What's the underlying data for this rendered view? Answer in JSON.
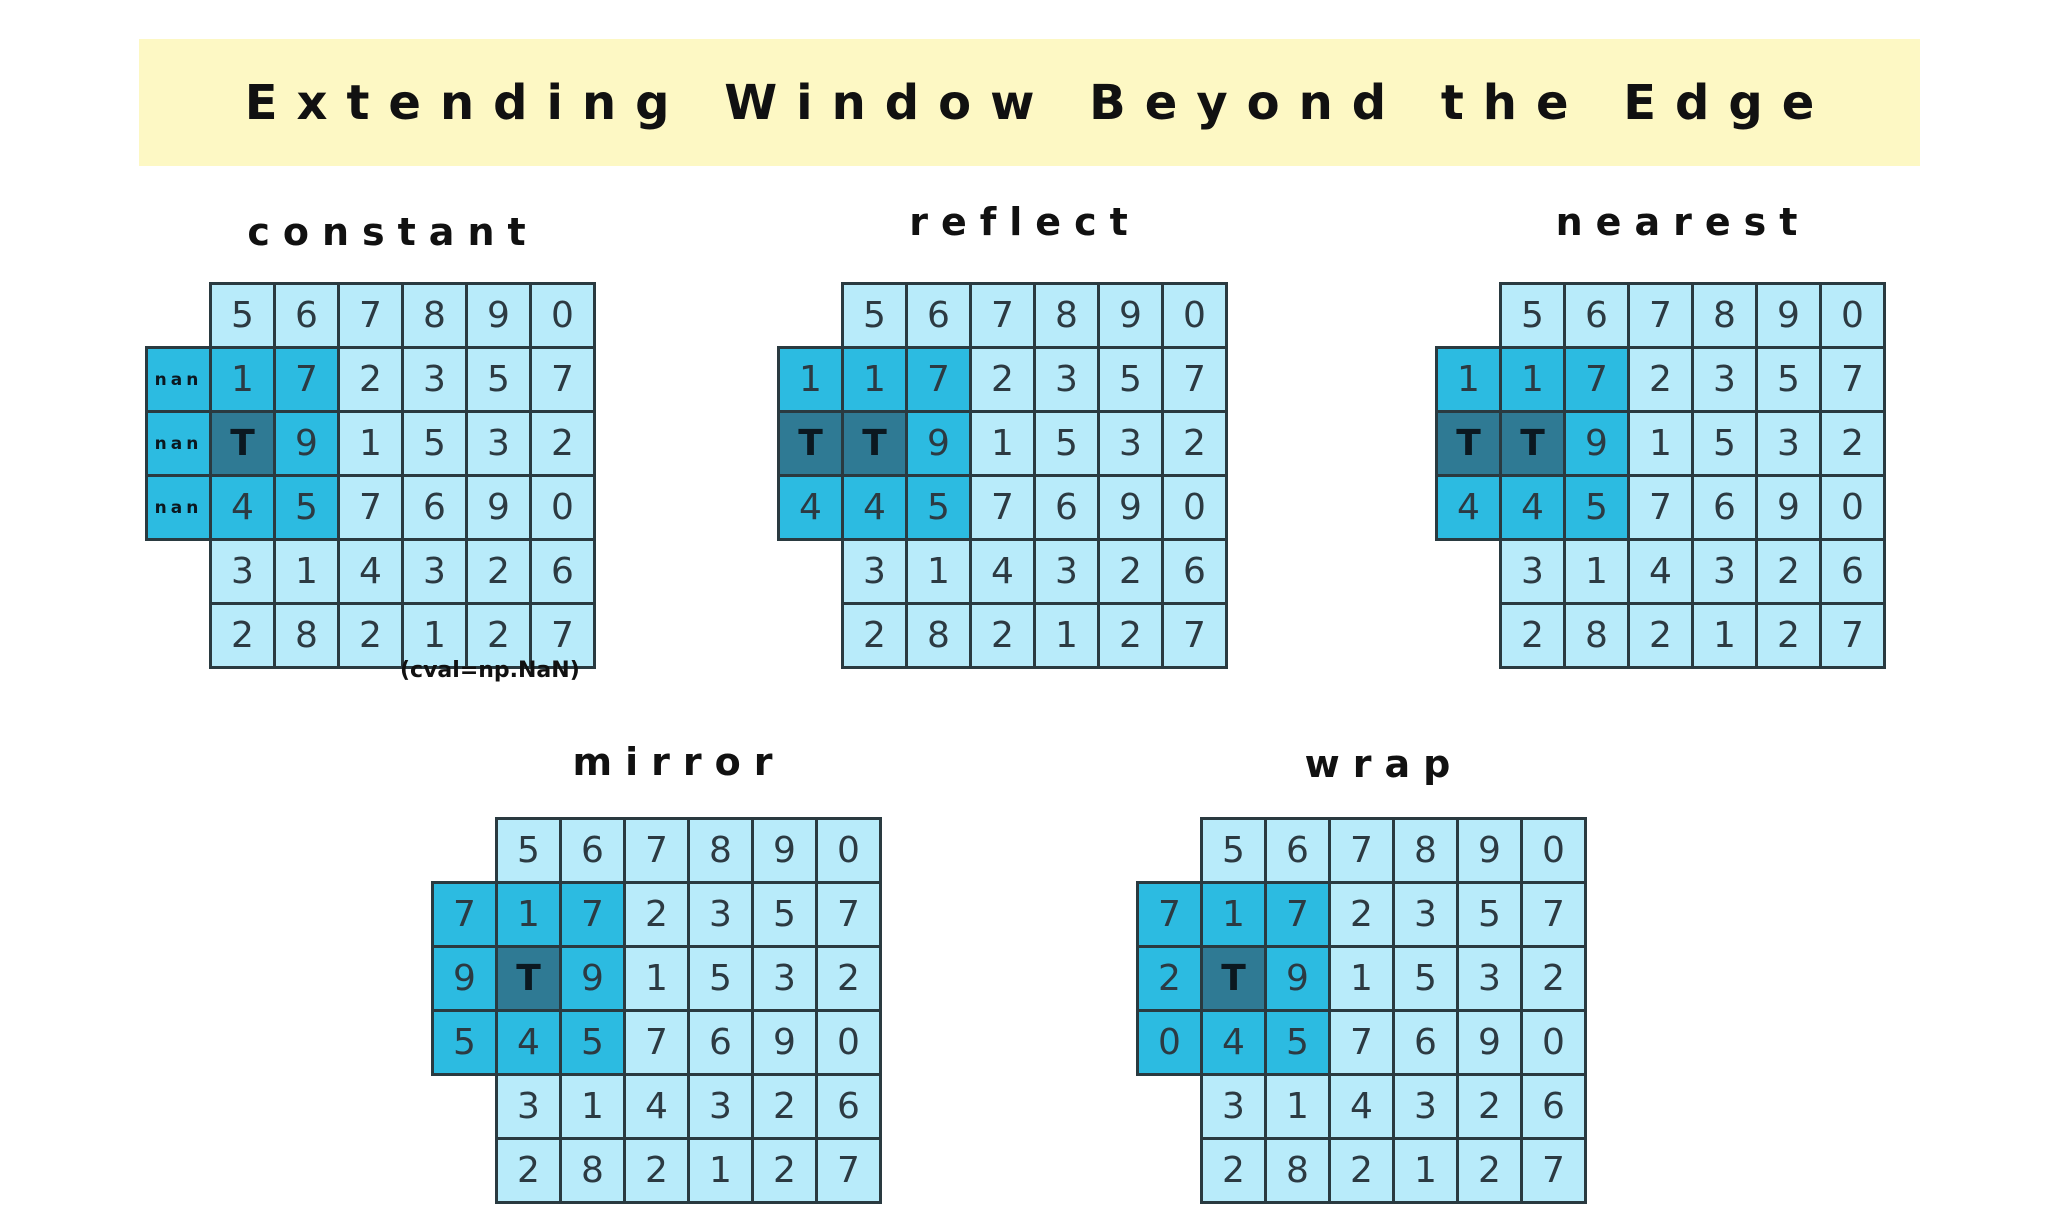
{
  "title": "Extending Window Beyond the Edge",
  "grid": [
    [
      "5",
      "6",
      "7",
      "8",
      "9",
      "0"
    ],
    [
      "1",
      "7",
      "2",
      "3",
      "5",
      "7"
    ],
    [
      "T",
      "9",
      "1",
      "5",
      "3",
      "2"
    ],
    [
      "4",
      "5",
      "7",
      "6",
      "9",
      "0"
    ],
    [
      "3",
      "1",
      "4",
      "3",
      "2",
      "6"
    ],
    [
      "2",
      "8",
      "2",
      "1",
      "2",
      "7"
    ]
  ],
  "panels": [
    {
      "title": "constant",
      "pad": [
        "nan",
        "nan",
        "nan"
      ],
      "note": "(cval=np.NaN)"
    },
    {
      "title": "reflect",
      "pad": [
        "1",
        "T",
        "4"
      ]
    },
    {
      "title": "nearest",
      "pad": [
        "1",
        "T",
        "4"
      ]
    },
    {
      "title": "mirror",
      "pad": [
        "7",
        "9",
        "5"
      ]
    },
    {
      "title": "wrap",
      "pad": [
        "7",
        "2",
        "0"
      ]
    }
  ],
  "colors": {
    "cell": "#b8ebfa",
    "window": "#2cbbe1",
    "target": "#2f7a94",
    "banner": "#fdf8c4"
  }
}
